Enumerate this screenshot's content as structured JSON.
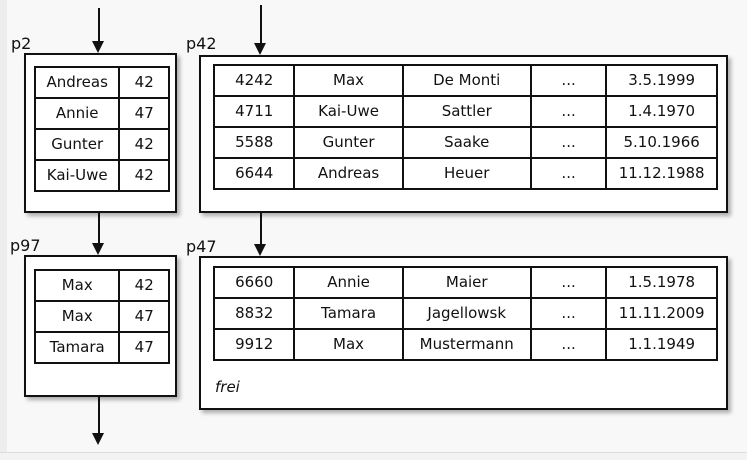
{
  "colors": {
    "line": "#111111",
    "page_fill": "#ffffff",
    "canvas_background": "#f8f8f8"
  },
  "pages": {
    "p2": {
      "label": "p2",
      "rows": [
        [
          "Andreas",
          "42"
        ],
        [
          "Annie",
          "47"
        ],
        [
          "Gunter",
          "42"
        ],
        [
          "Kai-Uwe",
          "42"
        ]
      ]
    },
    "p42": {
      "label": "p42",
      "rows": [
        [
          "4242",
          "Max",
          "De Monti",
          "...",
          "3.5.1999"
        ],
        [
          "4711",
          "Kai-Uwe",
          "Sattler",
          "...",
          "1.4.1970"
        ],
        [
          "5588",
          "Gunter",
          "Saake",
          "...",
          "5.10.1966"
        ],
        [
          "6644",
          "Andreas",
          "Heuer",
          "...",
          "11.12.1988"
        ]
      ]
    },
    "p97": {
      "label": "p97",
      "rows": [
        [
          "Max",
          "42"
        ],
        [
          "Max",
          "47"
        ],
        [
          "Tamara",
          "47"
        ]
      ]
    },
    "p47": {
      "label": "p47",
      "rows": [
        [
          "6660",
          "Annie",
          "Maier",
          "...",
          "1.5.1978"
        ],
        [
          "8832",
          "Tamara",
          "Jagellowsk",
          "...",
          "11.11.2009"
        ],
        [
          "9912",
          "Max",
          "Mustermann",
          "...",
          "1.1.1949"
        ]
      ],
      "free_label": "frei"
    }
  }
}
